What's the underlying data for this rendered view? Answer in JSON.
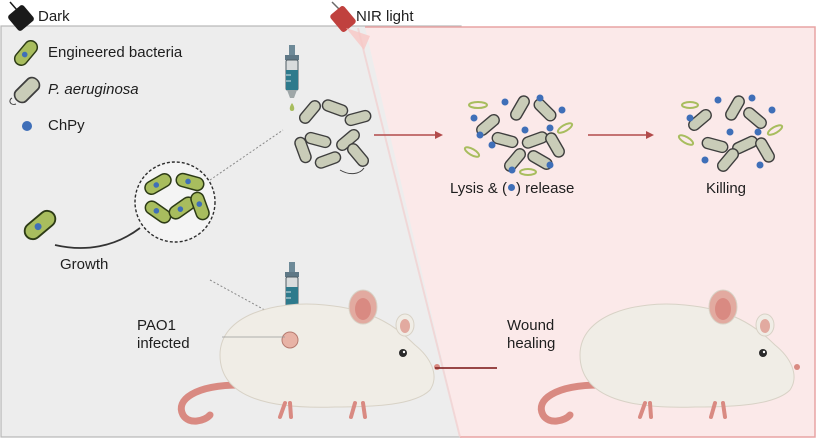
{
  "header": {
    "dark_label": "Dark",
    "nir_label": "NIR light"
  },
  "legend": {
    "engineered": "Engineered bacteria",
    "pa": "P. aeruginosa",
    "chpy": "ChPy"
  },
  "labels": {
    "growth": "Growth",
    "lysis_prefix": "Lysis & (",
    "lysis_suffix": ") release",
    "killing": "Killing",
    "pao1_line1": "PAO1",
    "pao1_line2": "infected",
    "wound_line1": "Wound",
    "wound_line2": "healing"
  },
  "colors": {
    "dark_panel": "#ededed",
    "nir_panel": "#fbe9e9",
    "nir_border": "#e8a4a4",
    "engineered_fill": "#a8bd5e",
    "engineered_stroke": "#2d3b16",
    "pa_fill": "#c9ccb8",
    "pa_stroke": "#404040",
    "chpy": "#3f6fb8",
    "arrow": "#b24a4a",
    "mouse_body": "#f0ede6",
    "mouse_tail": "#d98a82"
  }
}
